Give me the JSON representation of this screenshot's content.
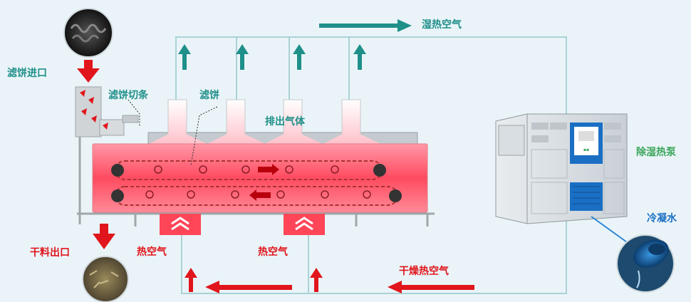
{
  "labels": {
    "filter_cake_inlet": "滤饼进口",
    "filter_cake_cutting": "滤饼切条",
    "filter_cake": "滤饼",
    "exhaust_gas": "排出气体",
    "humid_hot_air": "湿热空气",
    "dehumidifying_heat_pump": "除湿热泵",
    "condensate_water": "冷凝水",
    "dry_material_outlet": "干料出口",
    "hot_air_1": "热空气",
    "hot_air_2": "热空气",
    "dry_hot_air": "干燥热空气"
  },
  "colors": {
    "teal": "#1f8f8a",
    "red": "#e0161c",
    "green": "#3aa55a",
    "blue": "#1a6fc4",
    "pipe": "#a8d2d6",
    "dryer": "#ff5a6e"
  }
}
